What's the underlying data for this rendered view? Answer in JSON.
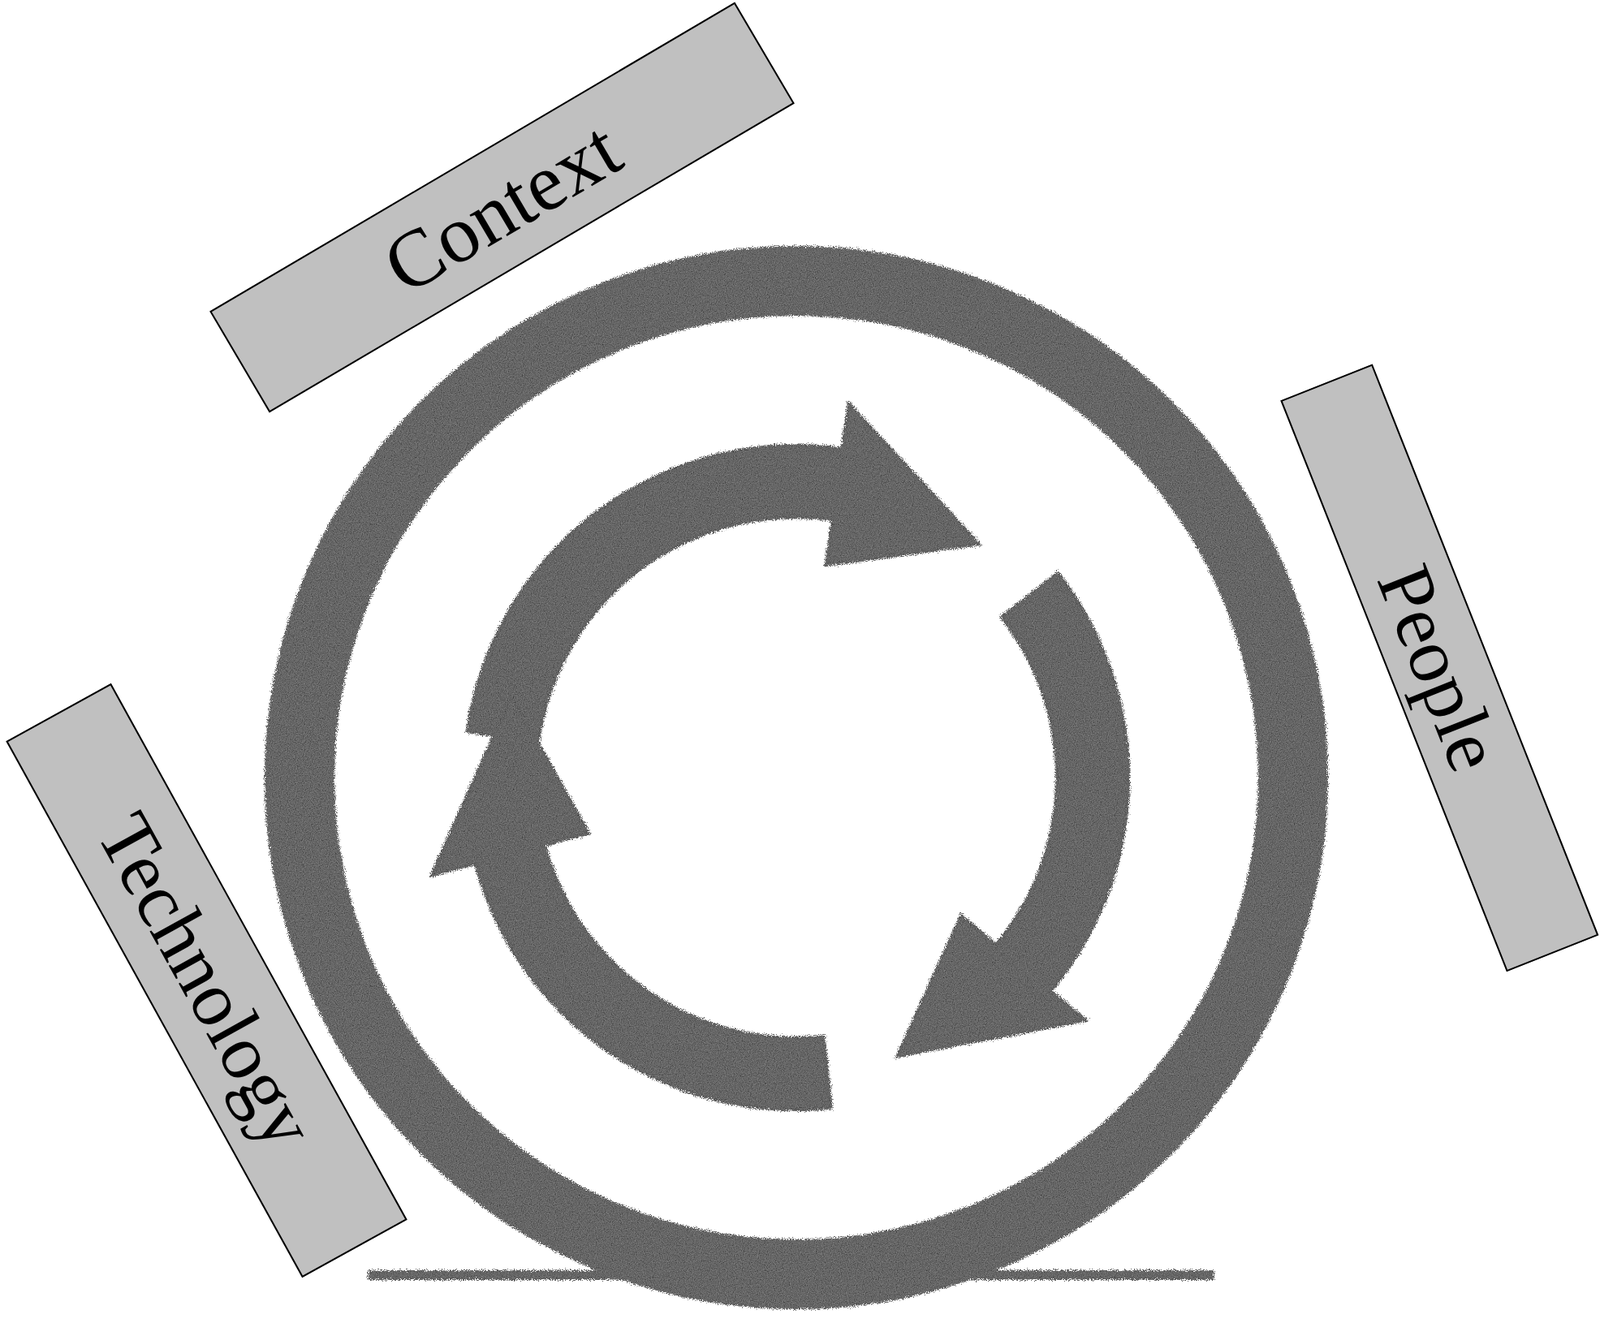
{
  "diagram": {
    "nodes": [
      {
        "text": [
          "Context"
        ]
      },
      {
        "text": [
          "People"
        ]
      },
      {
        "text": [
          "Technology"
        ]
      }
    ]
  }
}
